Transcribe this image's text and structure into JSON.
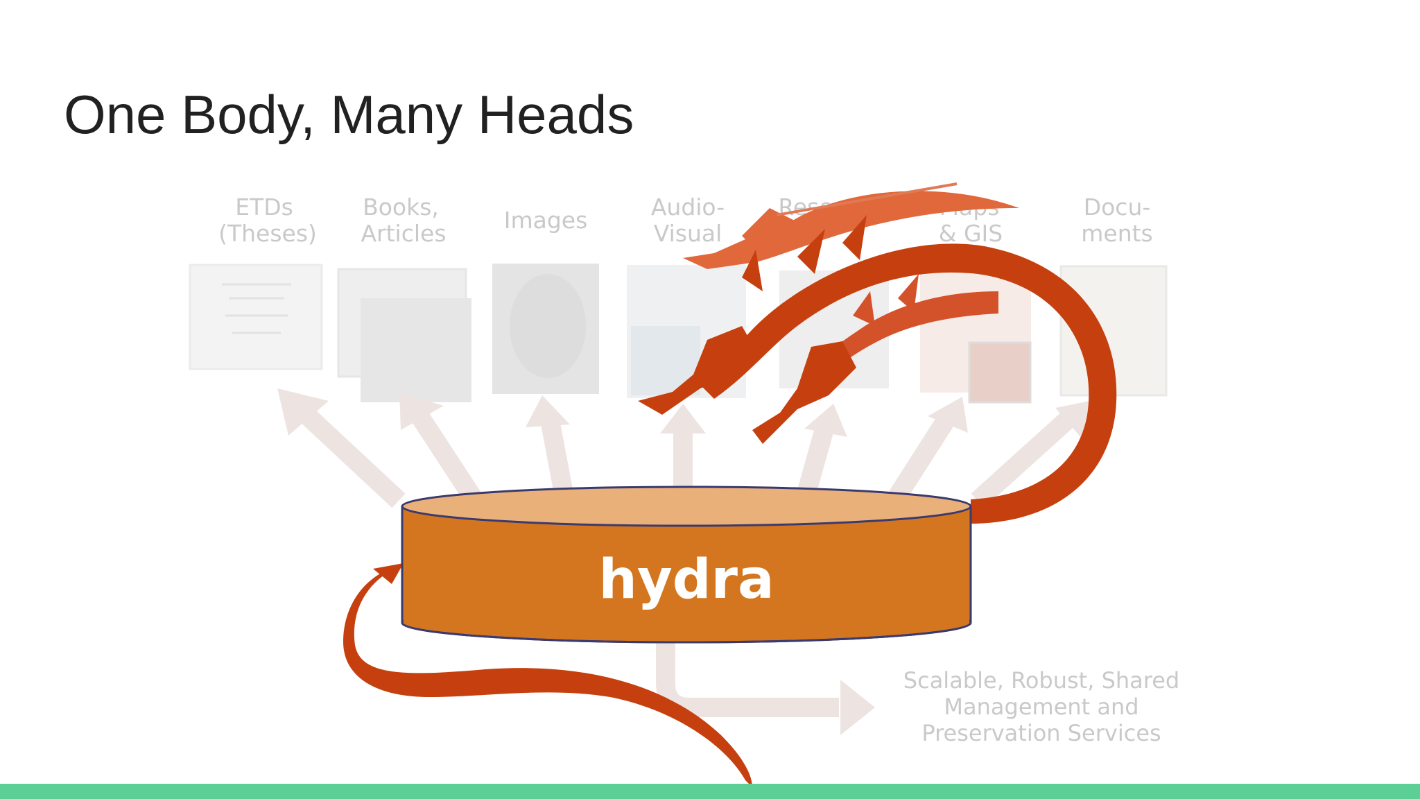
{
  "slide": {
    "title": "One Body, Many Heads"
  },
  "diagram": {
    "categories": [
      {
        "line1": "ETDs",
        "line2": "(Theses)"
      },
      {
        "line1": "Books,",
        "line2": "Articles"
      },
      {
        "line1": "Images",
        "line2": ""
      },
      {
        "line1": "Audio-",
        "line2": "Visual"
      },
      {
        "line1": "Research",
        "line2": ""
      },
      {
        "line1": "Maps",
        "line2": "& GIS"
      },
      {
        "line1": "Docu-",
        "line2": "ments"
      }
    ],
    "cylinder_label": "hydra",
    "services": [
      "Scalable, Robust, Shared",
      "Management and",
      "Preservation Services"
    ]
  },
  "colors": {
    "category_text": "#c9c9c9",
    "arrow": "#ede4e2",
    "cylinder_side": "#d4761f",
    "cylinder_top": "#e9b07a",
    "cylinder_outline": "#3a3a6e",
    "dragon": "#c6400f",
    "dragon_light": "#e0683a",
    "accent_bar": "#5ccf96"
  }
}
